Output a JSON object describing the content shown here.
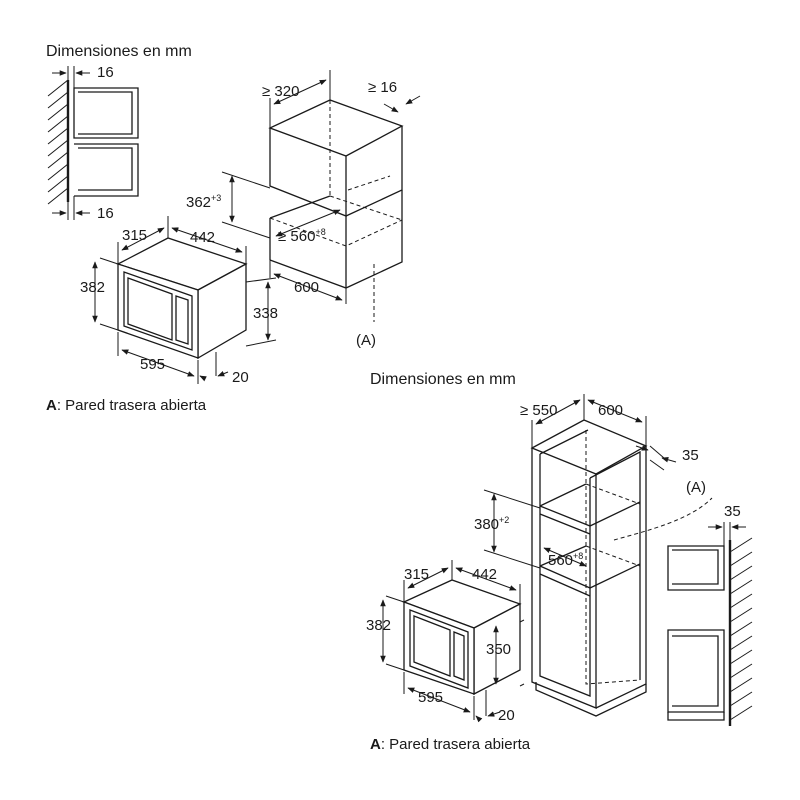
{
  "top_diagram": {
    "title": "Dimensiones en mm",
    "wall_gap_top": "16",
    "wall_gap_bottom": "16",
    "niche_width": "≥ 320",
    "niche_side": "≥ 16",
    "niche_height": "362",
    "niche_height_tol": "+3",
    "niche_depth": "≥ 560",
    "niche_depth_tol": "+8",
    "cabinet_width": "600",
    "microwave_depth_outer": "315",
    "microwave_depth": "442",
    "microwave_height_front": "382",
    "microwave_body_height": "338",
    "microwave_width": "595",
    "microwave_offset": "20",
    "label_a": "(A)",
    "footnote_key": "A",
    "footnote_text": ": Pared trasera abierta"
  },
  "bottom_diagram": {
    "title": "Dimensiones en mm",
    "column_depth": "≥ 550",
    "column_width": "600",
    "column_side": "35",
    "label_a": "(A)",
    "wall_gap": "35",
    "niche_height": "380",
    "niche_height_tol": "+2",
    "niche_depth": "560",
    "niche_depth_tol": "+8",
    "microwave_depth_outer": "315",
    "microwave_depth": "442",
    "microwave_height_front": "382",
    "microwave_body_height": "350",
    "microwave_width": "595",
    "microwave_offset": "20",
    "footnote_key": "A",
    "footnote_text": ": Pared trasera abierta"
  }
}
